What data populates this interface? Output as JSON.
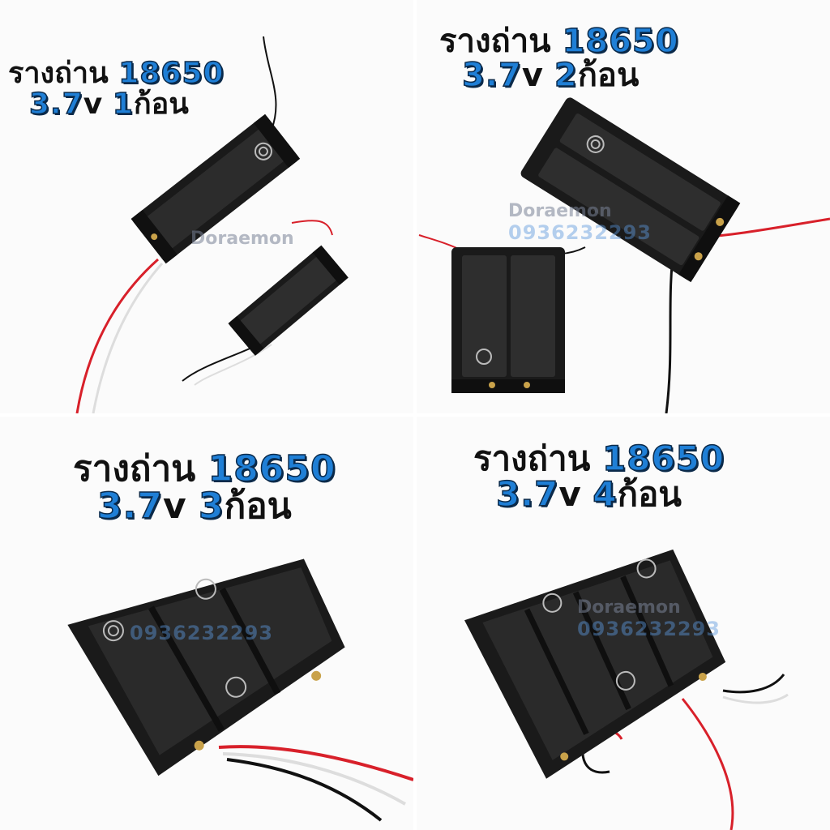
{
  "panels": [
    {
      "line1_th": "รางถ่าน ",
      "line1_num": "18650",
      "line2_volt": "3.7",
      "line2_v": "v ",
      "line2_count": "1",
      "line2_unit": "ก้อน"
    },
    {
      "line1_th": "รางถ่าน ",
      "line1_num": "18650",
      "line2_volt": "3.7",
      "line2_v": "v ",
      "line2_count": "2",
      "line2_unit": "ก้อน"
    },
    {
      "line1_th": "รางถ่าน ",
      "line1_num": "18650",
      "line2_volt": "3.7",
      "line2_v": "v  ",
      "line2_count": "3",
      "line2_unit": "ก้อน"
    },
    {
      "line1_th": "รางถ่าน ",
      "line1_num": "18650",
      "line2_volt": "3.7",
      "line2_v": "v ",
      "line2_count": "4",
      "line2_unit": "ก้อน"
    }
  ],
  "watermark": {
    "name": "Doraemon",
    "phone": "0936232293"
  },
  "colors": {
    "accent_blue": "#1f7fd6",
    "holder_black": "#1a1a1a",
    "wire_red": "#d8202a",
    "wire_black": "#111111"
  }
}
